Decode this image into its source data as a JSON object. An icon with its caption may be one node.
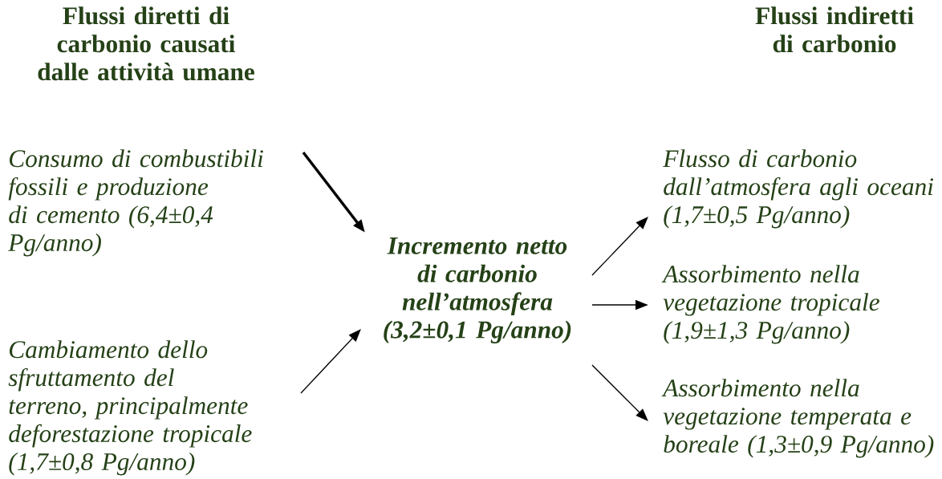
{
  "diagram": {
    "nodes": [
      {
        "text": [
          "Consumo di combustibili fossili e produzione di cemento (6,4±0,4 Pg/anno)"
        ]
      },
      {
        "text": [
          "Cambiamento dello sfruttamento del terreno, principalmente deforestazione tropicale (1,7±0,8 Pg/anno)"
        ]
      },
      {
        "text": [
          "Incremento netto di carbonio nell’atmosfera (3,2±0,1 Pg/anno)"
        ]
      },
      {
        "text": [
          "Flusso di carbonio dall’atmosfera agli oceani (1,7±0,5 Pg/anno)"
        ]
      },
      {
        "text": [
          "Assorbimento nella vegetazione tropicale (1,9±1,3 Pg/anno)"
        ]
      },
      {
        "text": [
          "Assorbimento nella vegetazione temperata e boreale (1,3±0,9 Pg/anno)"
        ]
      }
    ],
    "edges": [
      {
        "from": 0,
        "to": 2,
        "arrow": "to",
        "style": "thick"
      },
      {
        "from": 1,
        "to": 2,
        "arrow": "to"
      },
      {
        "from": 2,
        "to": 3,
        "arrow": "to"
      },
      {
        "from": 2,
        "to": 4,
        "arrow": "to"
      },
      {
        "from": 2,
        "to": 5,
        "arrow": "to"
      }
    ],
    "labels": [
      "Flussi diretti di carbonio causati dalle attività umane",
      "Flussi indiretti di carbonio"
    ]
  }
}
